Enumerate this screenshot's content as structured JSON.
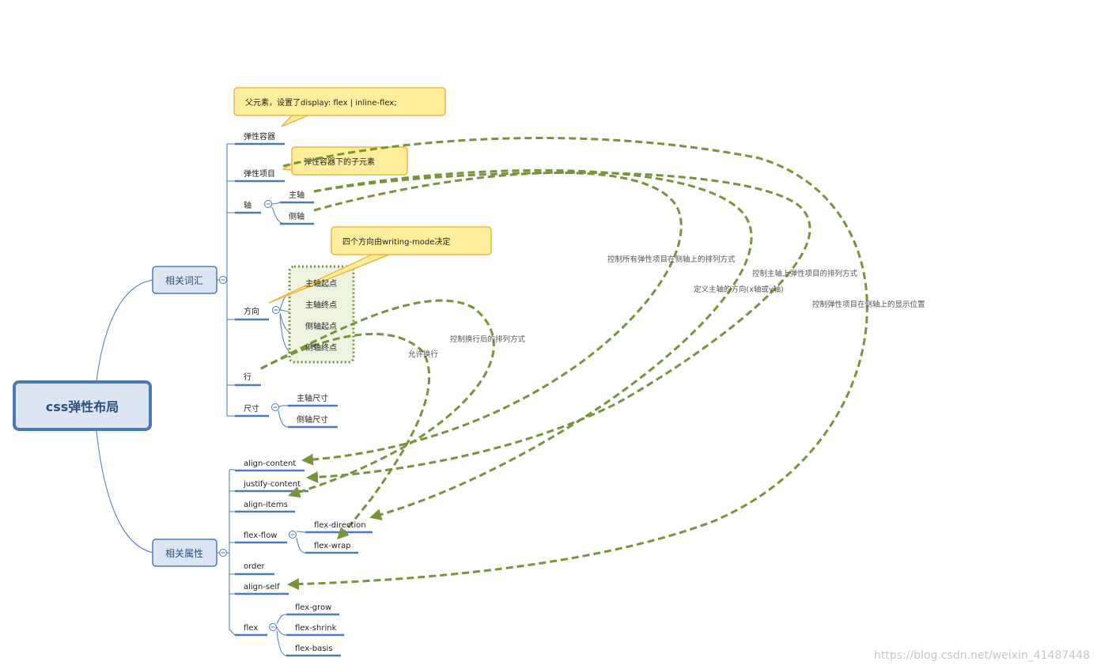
{
  "root": {
    "label": "css弹性布局"
  },
  "branch_terms": {
    "label": "相关词汇",
    "children": {
      "container": "弹性容器",
      "item": "弹性项目",
      "axis": {
        "label": "轴",
        "main": "主轴",
        "cross": "侧轴"
      },
      "direction": {
        "label": "方向",
        "main_start": "主轴起点",
        "main_end": "主轴终点",
        "cross_start": "侧轴起点",
        "cross_end": "侧轴终点"
      },
      "line": "行",
      "size": {
        "label": "尺寸",
        "main": "主轴尺寸",
        "cross": "侧轴尺寸"
      }
    }
  },
  "branch_props": {
    "label": "相关属性",
    "children": {
      "align_content": "align-content",
      "justify_content": "justify-content",
      "align_items": "align-items",
      "flex_flow": {
        "label": "flex-flow",
        "direction": "flex-direction",
        "wrap": "flex-wrap"
      },
      "order": "order",
      "align_self": "align-self",
      "flex": {
        "label": "flex",
        "grow": "flex-grow",
        "shrink": "flex-shrink",
        "basis": "flex-basis"
      }
    }
  },
  "callouts": {
    "container_note": "父元素，设置了display: flex | inline-flex;",
    "item_note": "弹性容器下的子元素",
    "direction_note": "四个方向由writing-mode决定"
  },
  "relationships": {
    "cross_all": "控制所有弹性项目在侧轴上的排列方式",
    "main_items": "控制主轴上弹性项目的排列方式",
    "main_direction": "定义主轴的方向(x轴或y轴)",
    "cross_one": "控制弹性项目在侧轴上的显示位置",
    "line_align": "控制换行后的排列方式",
    "wrap": "允许换行"
  },
  "colors": {
    "branch_line": "#4a7ab8",
    "relationship": "#77933c",
    "callout_fill": "#fdee9b",
    "callout_stroke": "#f0b548",
    "root_fill": "#dce6f2"
  },
  "watermark": "https://blog.csdn.net/weixin_41487448"
}
